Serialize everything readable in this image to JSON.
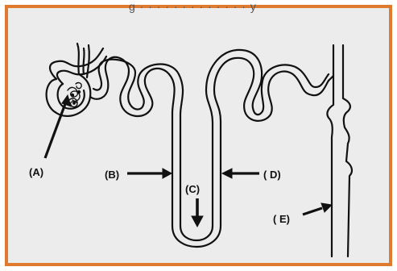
{
  "header": {
    "cut_text": "g   ·  ·  ·  ·   ·  ·  ·   ·   ·  ·  ·  ·  ·   y"
  },
  "labels": {
    "a": "(A)",
    "b": "(B)",
    "c": "(C)",
    "d": "( D)",
    "e": "( E)"
  },
  "colors": {
    "border": "#e07a2e",
    "ink": "#111111",
    "panel": "#ececec"
  }
}
